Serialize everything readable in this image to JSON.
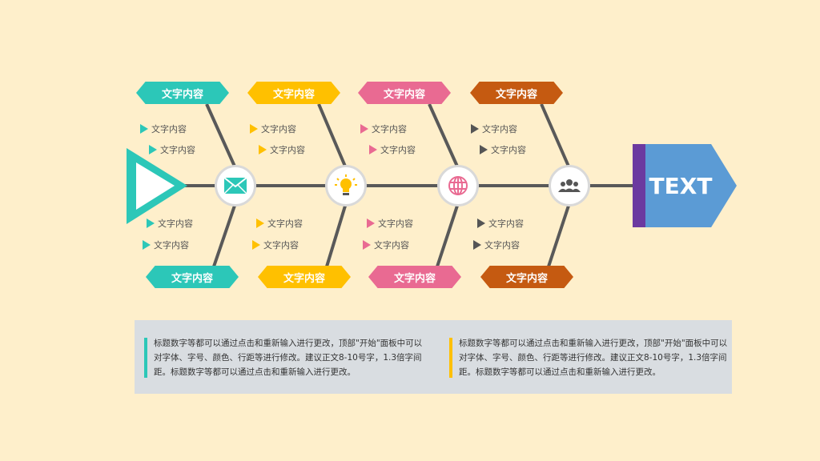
{
  "head": {
    "label": "TEXT",
    "bar_color": "#6B3AA0",
    "body_color": "#5B9BD5"
  },
  "tail": {
    "color": "#2CC7B8"
  },
  "spine_color": "#595959",
  "branches": [
    {
      "color": "#2CC7B8",
      "icon": "envelope-icon",
      "top_label": "文字内容",
      "bottom_label": "文字内容",
      "top_items": [
        "文字内容",
        "文字内容"
      ],
      "bottom_items": [
        "文字内容",
        "文字内容"
      ]
    },
    {
      "color": "#FFC000",
      "icon": "lightbulb-icon",
      "top_label": "文字内容",
      "bottom_label": "文字内容",
      "top_items": [
        "文字内容",
        "文字内容"
      ],
      "bottom_items": [
        "文字内容",
        "文字内容"
      ]
    },
    {
      "color": "#E96A92",
      "icon": "globe-icon",
      "top_label": "文字内容",
      "bottom_label": "文字内容",
      "top_items": [
        "文字内容",
        "文字内容"
      ],
      "bottom_items": [
        "文字内容",
        "文字内容"
      ]
    },
    {
      "color": "#C55A11",
      "icon": "users-icon",
      "top_label": "文字内容",
      "bottom_label": "文字内容",
      "top_items": [
        "文字内容",
        "文字内容"
      ],
      "bottom_items": [
        "文字内容",
        "文字内容"
      ]
    }
  ],
  "bullet_colors": [
    "#2CC7B8",
    "#FFC000",
    "#E96A92",
    "#555555"
  ],
  "notes": [
    {
      "text": "标题数字等都可以通过点击和重新输入进行更改，顶部\"开始\"面板中可以对字体、字号、颜色、行距等进行修改。建议正文8-10号字，1.3倍字间距。标题数字等都可以通过点击和重新输入进行更改。",
      "accent": "#2CC7B8"
    },
    {
      "text": "标题数字等都可以通过点击和重新输入进行更改，顶部\"开始\"面板中可以对字体、字号、颜色、行距等进行修改。建议正文8-10号字，1.3倍字间距。标题数字等都可以通过点击和重新输入进行更改。",
      "accent": "#FFC000"
    }
  ]
}
